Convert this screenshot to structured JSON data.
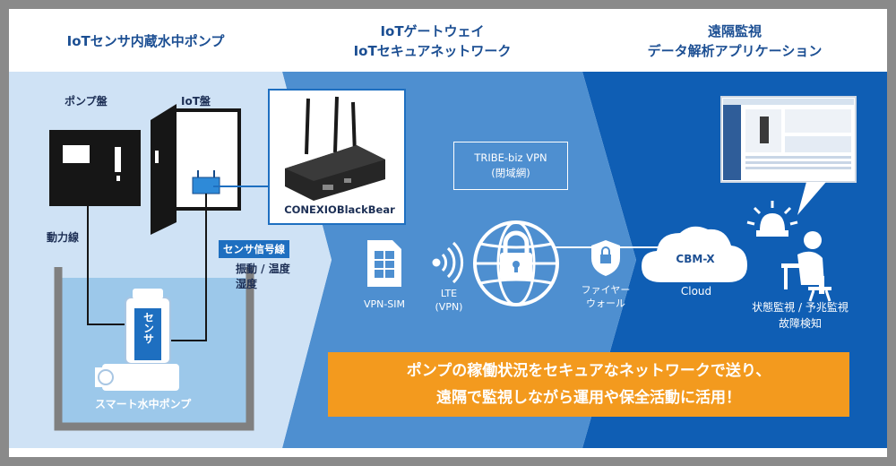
{
  "sections": {
    "left_title": "IoTセンサ内蔵水中ポンプ",
    "mid_title_1": "IoTゲートウェイ",
    "mid_title_2": "IoTセキュアネットワーク",
    "right_title_1": "遠隔監視",
    "right_title_2": "データ解析アプリケーション"
  },
  "left": {
    "pump_panel": "ポンプ盤",
    "iot_panel": "IoT盤",
    "power_line": "動力線",
    "sensor_signal_line": "センサ信号線",
    "measures_1": "振動 / 温度",
    "measures_2": "湿度",
    "sensor_label": "センサ",
    "pump_label": "スマート水中ポンプ",
    "gateway_name": "CONEXIOBlackBear"
  },
  "middle": {
    "vpn_name": "TRIBE-biz VPN",
    "vpn_note": "(閉域網)",
    "vpn_sim": "VPN-SIM",
    "lte_1": "LTE",
    "lte_2": "(VPN)",
    "firewall_1": "ファイヤー",
    "firewall_2": "ウォール"
  },
  "right": {
    "cloud_name": "CBM-X",
    "cloud_sub": "Cloud",
    "monitor_1": "状態監視 / 予兆監視",
    "monitor_2": "故障検知"
  },
  "banner": {
    "line1": "ポンプの稼働状況をセキュアなネットワークで送り、",
    "line2": "遠隔で監視しながら運用や保全活動に活用！"
  },
  "colors": {
    "left_panel": "#cfe2f5",
    "mid_panel": "#4e8fd0",
    "right_panel": "#0f5eb4",
    "water": "#9cc8ea",
    "banner": "#f39a1e",
    "title_text": "#1c4f93"
  }
}
